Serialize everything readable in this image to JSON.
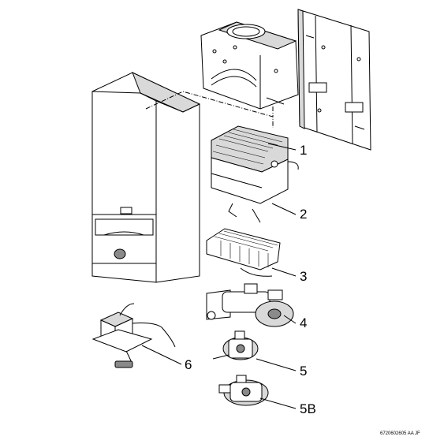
{
  "callouts": [
    {
      "id": "1",
      "label": "1"
    },
    {
      "id": "2",
      "label": "2"
    },
    {
      "id": "3",
      "label": "3"
    },
    {
      "id": "4",
      "label": "4"
    },
    {
      "id": "5",
      "label": "5"
    },
    {
      "id": "5b",
      "label": "5B"
    },
    {
      "id": "6",
      "label": "6"
    }
  ],
  "drawing_code": "6720602605 AA JF"
}
